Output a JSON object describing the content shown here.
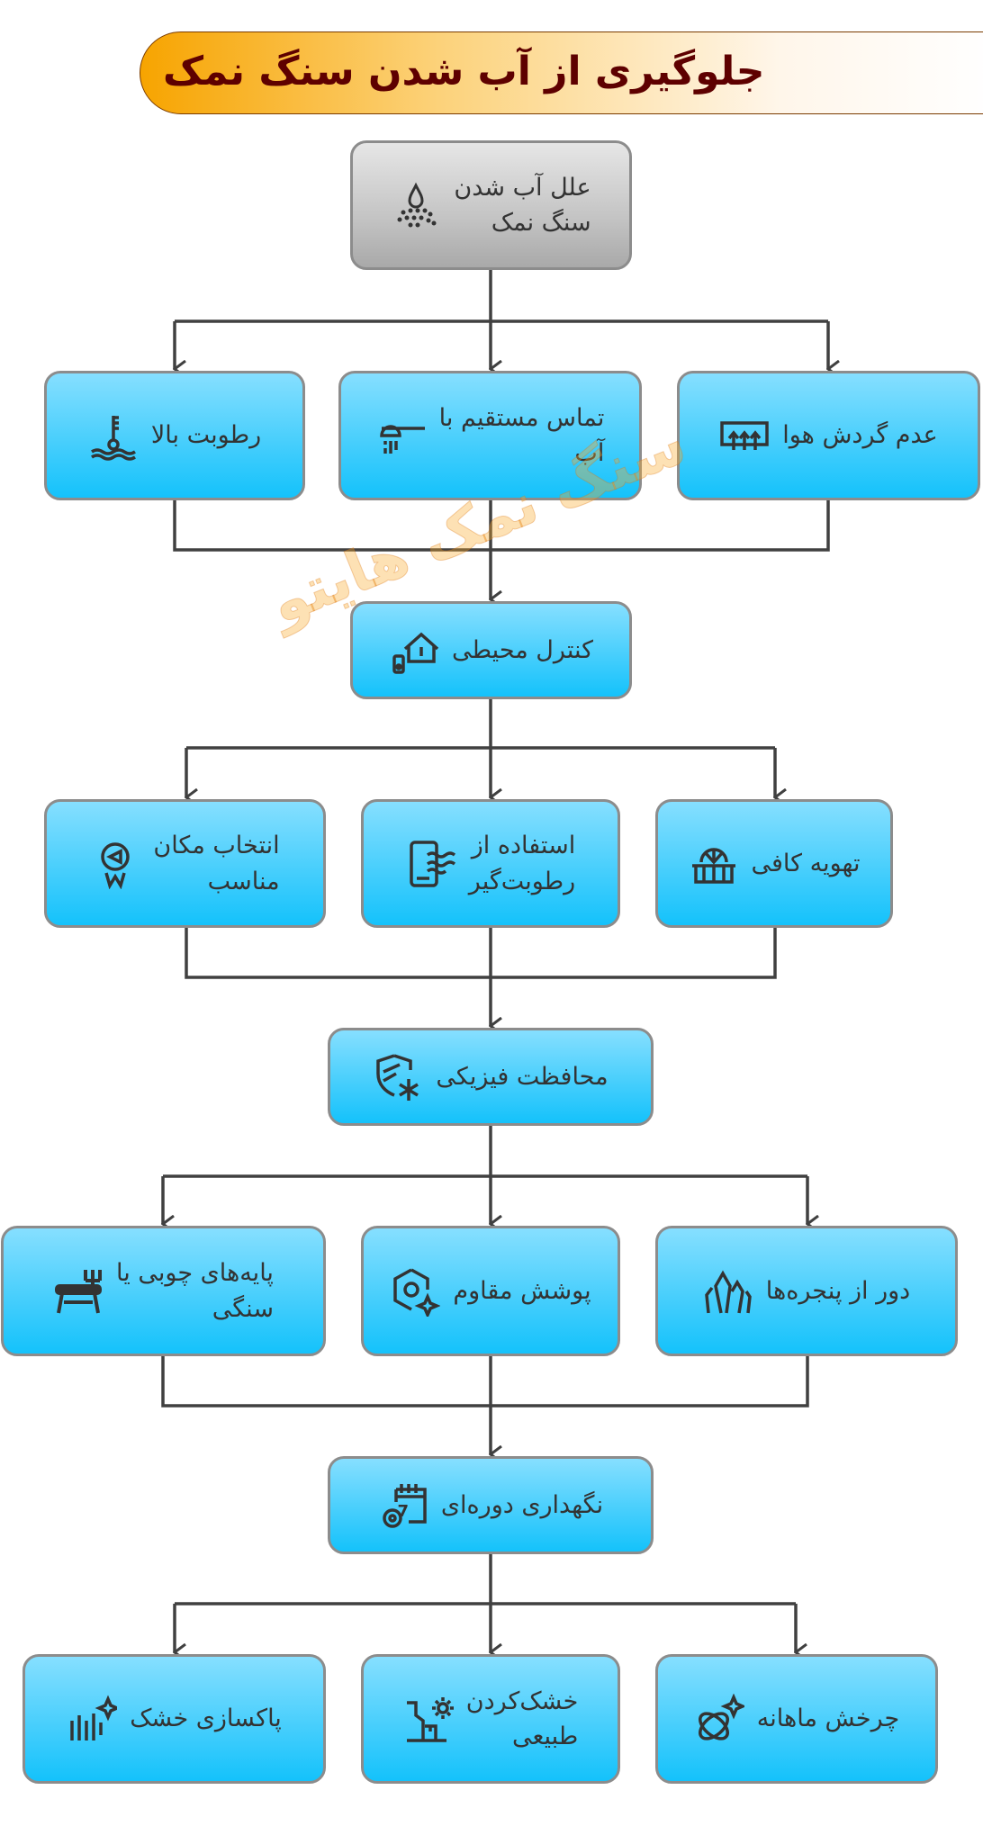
{
  "title": "جلوگیری از آب شدن سنگ نمک",
  "watermark": "سنگ نمک هایتو",
  "colors": {
    "box_top": "#86dfff",
    "box_bottom": "#14c2fb",
    "root_box": "#c4c4c4",
    "border": "#8c8c8c",
    "title_text": "#5e0000",
    "banner_left": "#f7a400",
    "connector": "#404040"
  },
  "nodes": {
    "root": {
      "line1": "علل آب شدن",
      "line2": "سنگ نمک",
      "icon": "water-drop-dots-icon"
    },
    "causes": [
      {
        "line1": "عدم گردش هوا",
        "line2": "",
        "icon": "air-vent-icon"
      },
      {
        "line1": "تماس مستقیم با",
        "line2": "آب",
        "icon": "shower-icon"
      },
      {
        "line1": "رطوبت بالا",
        "line2": "",
        "icon": "water-thermometer-icon"
      }
    ],
    "environment": {
      "line1": "کنترل محیطی",
      "line2": "",
      "icon": "smart-home-thermostat-icon"
    },
    "environment_items": [
      {
        "line1": "تهویه کافی",
        "line2": "",
        "icon": "ventilation-fan-icon"
      },
      {
        "line1": "استفاده از",
        "line2": "رطوبت‌گیر",
        "icon": "dehumidifier-icon"
      },
      {
        "line1": "انتخاب مکان",
        "line2": "مناسب",
        "icon": "compass-icon"
      }
    ],
    "physical": {
      "line1": "محافظت فیزیکی",
      "line2": "",
      "icon": "shield-snowflake-icon"
    },
    "physical_items": [
      {
        "line1": "دور از پنجره‌ها",
        "line2": "",
        "icon": "crystals-icon"
      },
      {
        "line1": "پوشش مقاوم",
        "line2": "",
        "icon": "hex-nut-sparkle-icon"
      },
      {
        "line1": "پایه‌های چوبی یا",
        "line2": "سنگی",
        "icon": "stand-icon"
      }
    ],
    "maintenance": {
      "line1": "نگهداری دوره‌ای",
      "line2": "",
      "icon": "calendar-gear-icon"
    },
    "maintenance_items": [
      {
        "line1": "چرخش ماهانه",
        "line2": "",
        "icon": "orbit-sparkle-icon"
      },
      {
        "line1": "خشک‌کردن",
        "line2": "طبیعی",
        "icon": "sun-cliff-icon"
      },
      {
        "line1": "پاکسازی خشک",
        "line2": "",
        "icon": "sparkle-lines-icon"
      }
    ]
  }
}
